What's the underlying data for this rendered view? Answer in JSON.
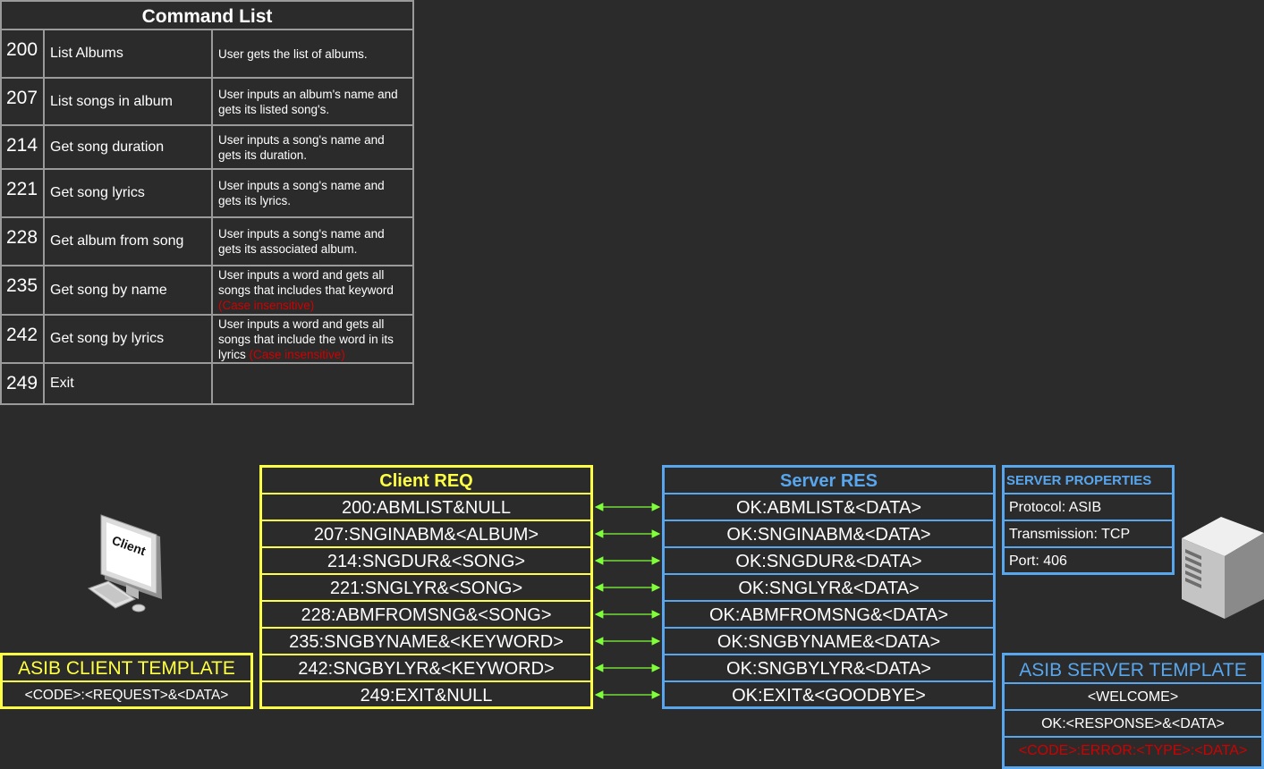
{
  "command_list": {
    "title": "Command List",
    "rows": [
      {
        "code": "200",
        "name": "List Albums",
        "desc": "User gets the list of albums.",
        "desc_note": ""
      },
      {
        "code": "207",
        "name": "List songs in album",
        "desc": "User inputs an album's name and gets its listed song's.",
        "desc_note": ""
      },
      {
        "code": "214",
        "name": "Get song duration",
        "desc": "User inputs a song's name and gets its duration.",
        "desc_note": ""
      },
      {
        "code": "221",
        "name": "Get song lyrics",
        "desc": "User inputs a song's name and gets its lyrics.",
        "desc_note": ""
      },
      {
        "code": "228",
        "name": "Get album from song",
        "desc": "User inputs a song's name and gets its associated album.",
        "desc_note": ""
      },
      {
        "code": "235",
        "name": "Get song by name",
        "desc": "User inputs a word and gets all songs that includes that keyword",
        "desc_note": "(Case insensitive)"
      },
      {
        "code": "242",
        "name": "Get song by lyrics",
        "desc": "User inputs a word and gets all songs that include the word in its lyrics",
        "desc_note": "(Case insensitive)"
      },
      {
        "code": "249",
        "name": "Exit",
        "desc": "",
        "desc_note": ""
      }
    ]
  },
  "client_req": {
    "title": "Client REQ",
    "rows": [
      "200:ABMLIST&NULL",
      "207:SNGINABM&<ALBUM>",
      "214:SNGDUR&<SONG>",
      "221:SNGLYR&<SONG>",
      "228:ABMFROMSNG&<SONG>",
      "235:SNGBYNAME&<KEYWORD>",
      "242:SNGBYLYR&<KEYWORD>",
      "249:EXIT&NULL"
    ]
  },
  "server_res": {
    "title": "Server RES",
    "rows": [
      "OK:ABMLIST&<DATA>",
      "OK:SNGINABM&<DATA>",
      "OK:SNGDUR&<DATA>",
      "OK:SNGLYR&<DATA>",
      "OK:ABMFROMSNG&<DATA>",
      "OK:SNGBYNAME&<DATA>",
      "OK:SNGBYLYR&<DATA>",
      "OK:EXIT&<GOODBYE>"
    ]
  },
  "server_properties": {
    "title": "SERVER PROPERTIES",
    "protocol": "Protocol: ASIB",
    "transmission": "Transmission: TCP",
    "port": "Port: 406"
  },
  "client_template": {
    "title": "ASIB CLIENT TEMPLATE",
    "format": "<CODE>:<REQUEST>&<DATA>"
  },
  "server_template": {
    "title": "ASIB SERVER TEMPLATE",
    "welcome": "<WELCOME>",
    "response": "OK:<RESPONSE>&<DATA>",
    "error": "<CODE>:ERROR:<TYPE>:<DATA>"
  },
  "icons": {
    "client": "client-computer-icon",
    "client_label": "Client",
    "server": "server-tower-icon"
  },
  "colors": {
    "background": "#2b2b2b",
    "client_accent": "#ffff44",
    "server_accent": "#58a6ee",
    "error": "#d10000",
    "arrow": "#7fff3a"
  }
}
